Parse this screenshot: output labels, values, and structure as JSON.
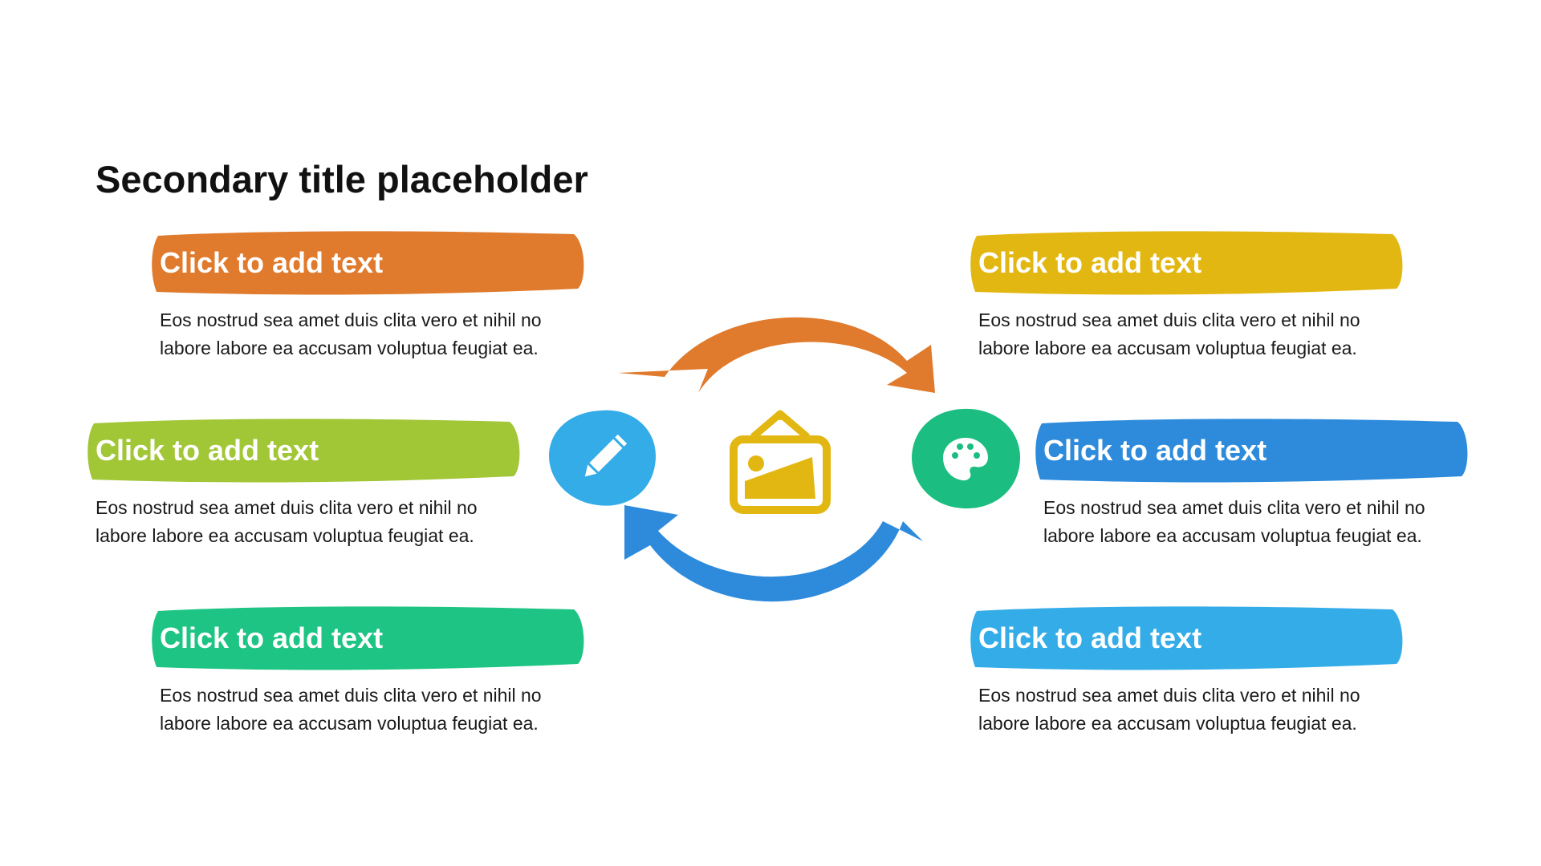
{
  "title": "Secondary title placeholder",
  "colors": {
    "orange": "#E07A2C",
    "yellow": "#E3B711",
    "lime": "#A1C636",
    "blue": "#2E8BDB",
    "green": "#1EC483",
    "sky": "#34ACE8",
    "teal": "#1BBE80"
  },
  "items": [
    {
      "heading": "Click to add text",
      "text": "Eos nostrud sea amet duis clita vero et nihil no labore labore ea accusam voluptua feugiat ea."
    },
    {
      "heading": "Click to add text",
      "text": "Eos nostrud sea amet duis clita vero et nihil no labore labore ea accusam voluptua feugiat ea."
    },
    {
      "heading": "Click to add text",
      "text": "Eos nostrud sea amet duis clita vero et nihil no labore labore ea accusam voluptua feugiat ea."
    },
    {
      "heading": "Click to add text",
      "text": "Eos nostrud sea amet duis clita vero et nihil no labore labore ea accusam voluptua feugiat ea."
    },
    {
      "heading": "Click to add text",
      "text": "Eos nostrud sea amet duis clita vero et nihil no labore labore ea accusam voluptua feugiat ea."
    },
    {
      "heading": "Click to add text",
      "text": "Eos nostrud sea amet duis clita vero et nihil no labore labore ea accusam voluptua feugiat ea."
    }
  ],
  "icons": {
    "center": "picture-frame-icon",
    "left": "pencil-icon",
    "right": "palette-icon"
  }
}
